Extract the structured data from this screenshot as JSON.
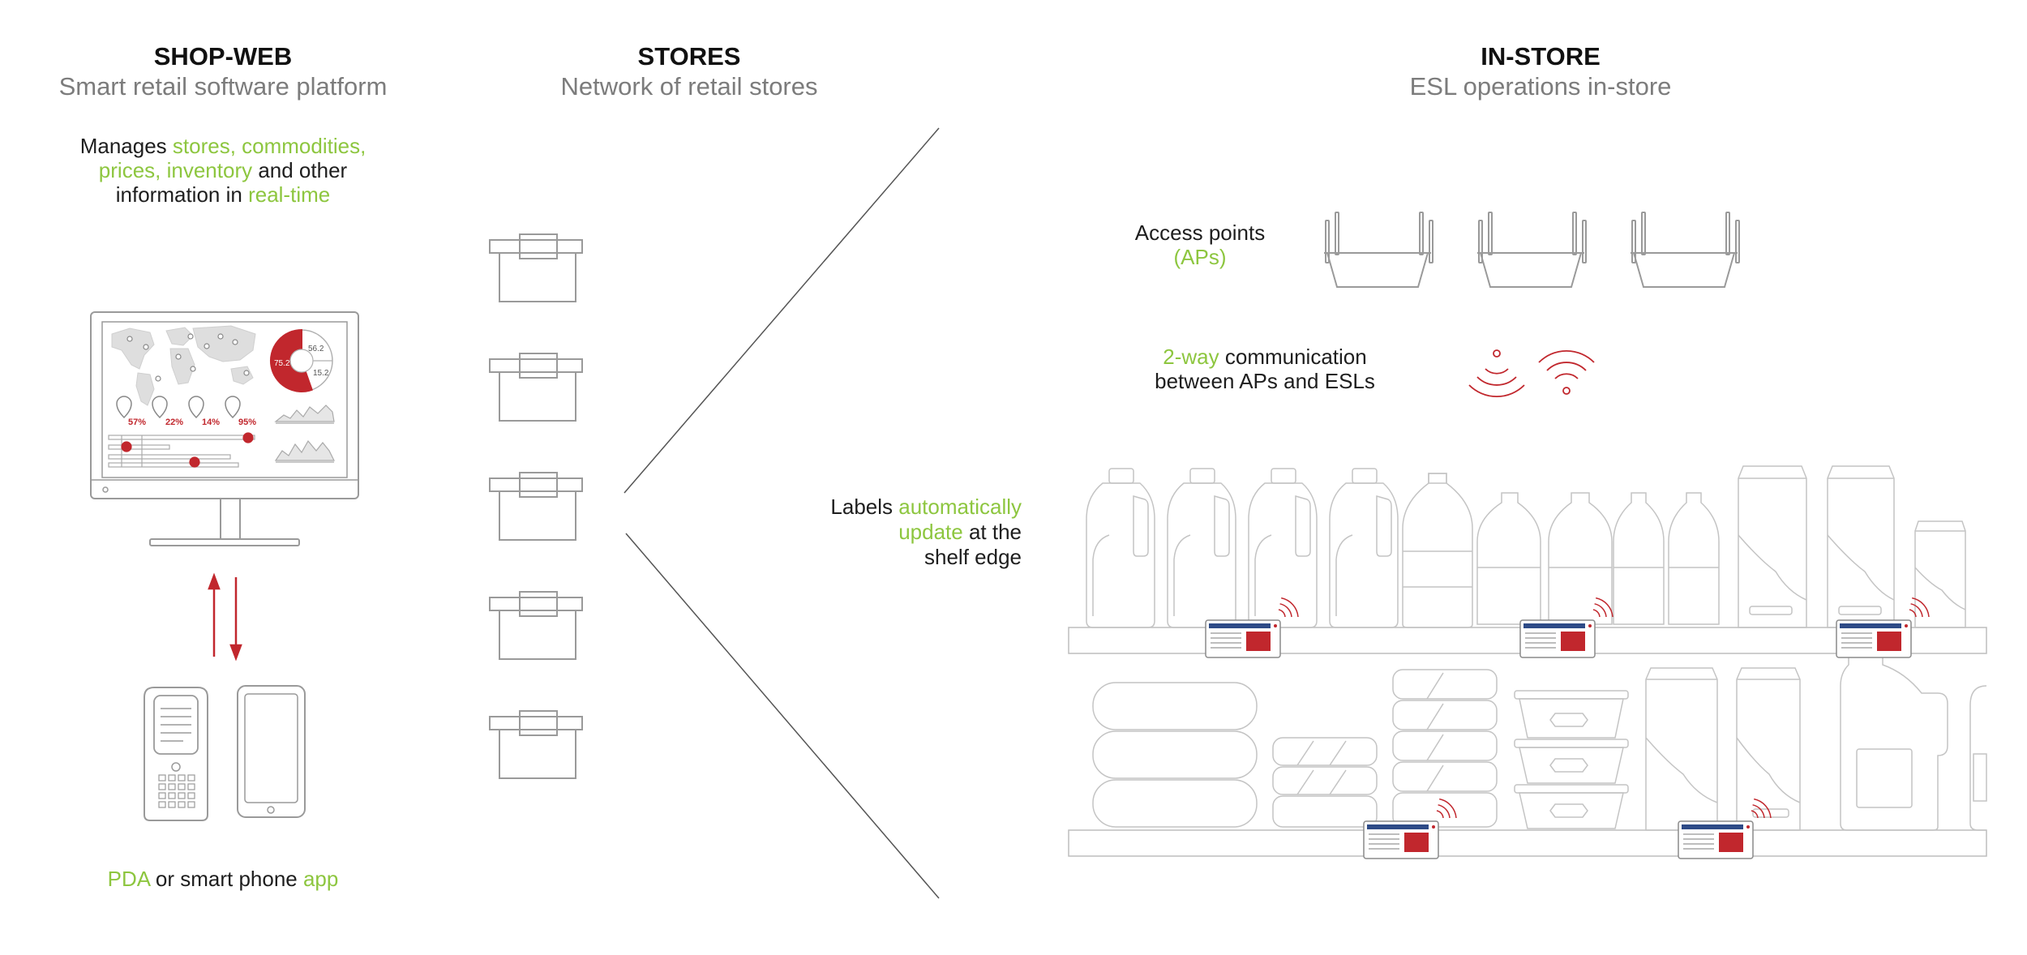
{
  "headers": {
    "shopweb": {
      "title": "SHOP-WEB",
      "subtitle": "Smart retail software platform"
    },
    "stores": {
      "title": "STORES",
      "subtitle": "Network of retail stores"
    },
    "instore": {
      "title": "IN-STORE",
      "subtitle": "ESL operations in-store"
    }
  },
  "manages": {
    "l1a": "Manages ",
    "l1b": "stores, commodities,",
    "l2a": "prices, inventory",
    "l2b": " and other",
    "l3a": "information in ",
    "l3b": "real-time"
  },
  "access_points": {
    "l1": "Access points",
    "l2": "(APs)"
  },
  "twoway": {
    "l1a": "2-way",
    "l1b": " communication",
    "l2": "between APs and ESLs"
  },
  "labels": {
    "l1a": "Labels ",
    "l1b": "automatically",
    "l2a": "update",
    "l2b": " at the",
    "l3": "shelf edge"
  },
  "pda": {
    "a": "PDA",
    "b": " or smart phone ",
    "c": "app"
  },
  "dashboard": {
    "donut_values": [
      "56.2",
      "75.2",
      "15.2"
    ],
    "percentages": [
      "57%",
      "22%",
      "14%",
      "95%"
    ]
  },
  "colors": {
    "accent_green": "#8dc63f",
    "accent_red": "#c1272d",
    "line_gray": "#9a9a9a"
  }
}
